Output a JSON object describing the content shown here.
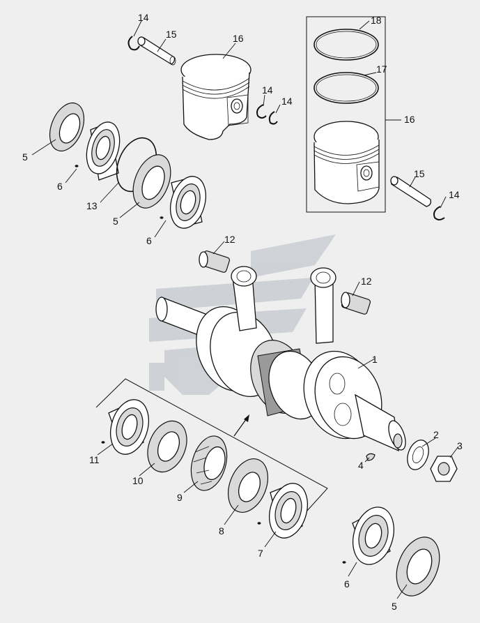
{
  "callouts": {
    "c14a": "14",
    "c15a": "15",
    "c16a": "16",
    "c18": "18",
    "c17": "17",
    "c16b": "16",
    "c14b": "14",
    "c14c": "14",
    "c5a": "5",
    "c6a": "6",
    "c13": "13",
    "c5b": "5",
    "c6b": "6",
    "c15b": "15",
    "c14d": "14",
    "c12a": "12",
    "c12b": "12",
    "c1": "1",
    "c2": "2",
    "c3": "3",
    "c4": "4",
    "c11": "11",
    "c10": "10",
    "c9": "9",
    "c8": "8",
    "c7": "7",
    "c6c": "6",
    "c5c": "5"
  },
  "colors": {
    "ink": "#111111",
    "paper": "#efefef",
    "watermark": "#c9ccd2"
  }
}
